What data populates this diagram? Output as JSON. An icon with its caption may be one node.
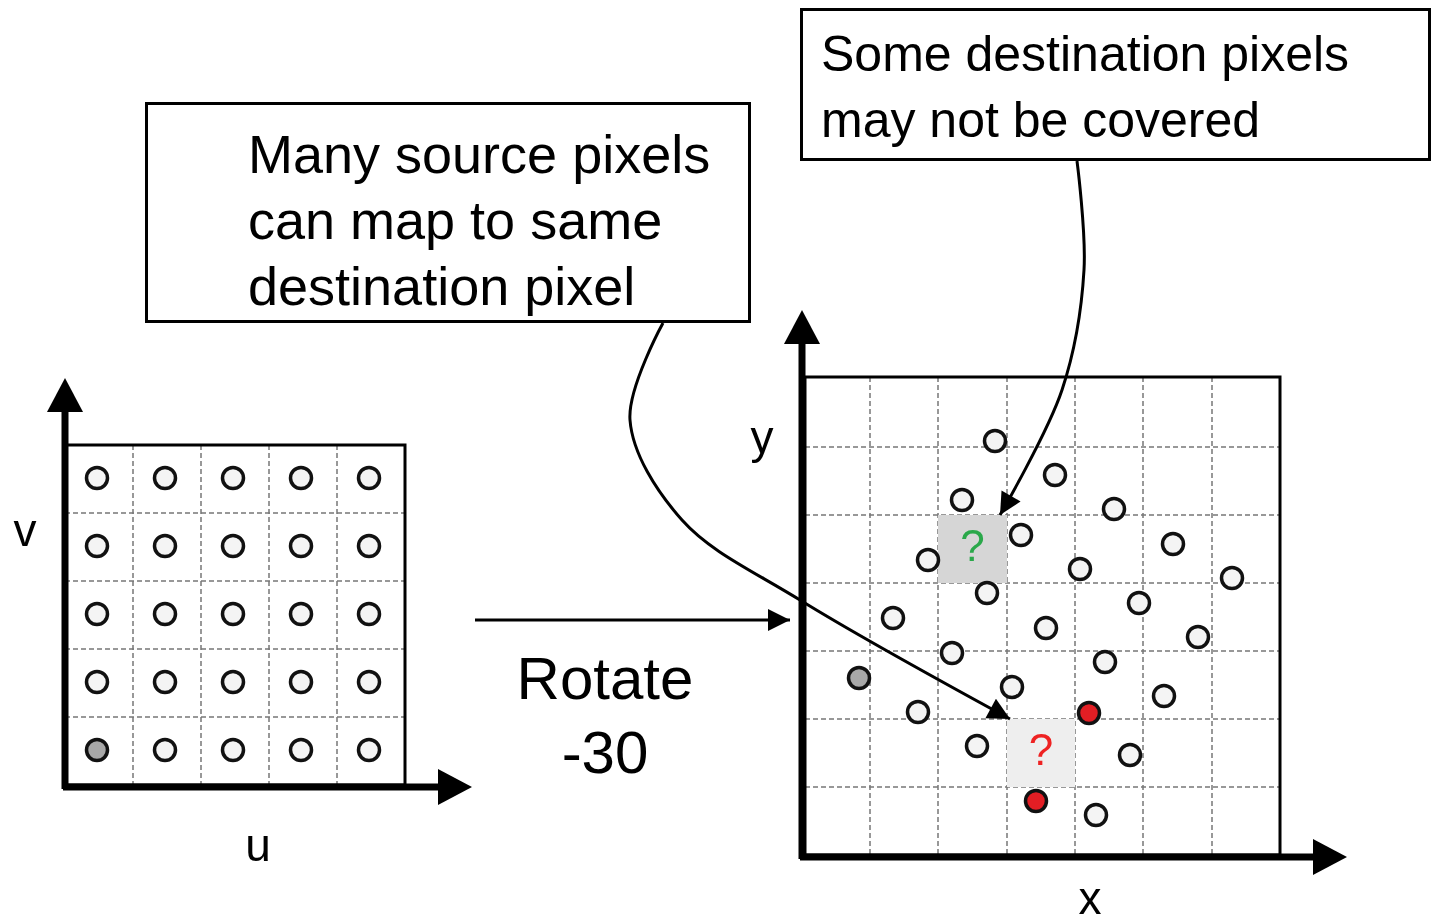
{
  "diagram": {
    "nodes": [
      {
        "text": [
          "Some destination pixels may not be covered"
        ]
      },
      {
        "text": [
          "Many source pixels can map to same destination pixel"
        ]
      },
      {
        "text": [],
        "shape": "box",
        "beside": [
          "v",
          "u"
        ]
      },
      {
        "text": [],
        "shape": "box",
        "beside": [
          "y",
          "x"
        ]
      },
      {
        "text": [
          "?"
        ],
        "in": 3
      },
      {
        "text": [
          "?"
        ],
        "in": 3
      }
    ],
    "edges": [
      {
        "from": 0,
        "to": 4,
        "arrow": "to"
      },
      {
        "from": 1,
        "to": 5,
        "arrow": "to"
      },
      {
        "from": 2,
        "to": 3,
        "arrow": "to",
        "label": "Rotate -30"
      }
    ]
  }
}
